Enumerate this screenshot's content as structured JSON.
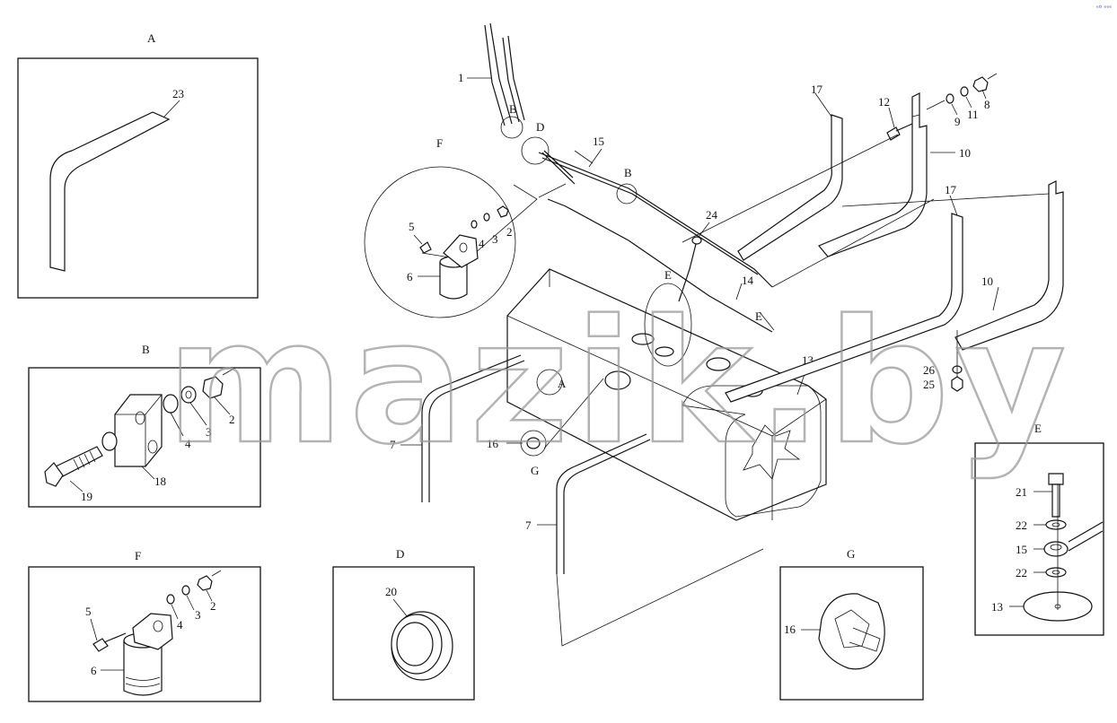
{
  "corner_mark": "ᵉᴰ ᵉᵉᵉ",
  "watermark": "mazik.by",
  "sections": {
    "A": "A",
    "B": "B",
    "D": "D",
    "E": "E",
    "F": "F",
    "G": "G"
  },
  "main_refs": {
    "B1": "B",
    "D": "D",
    "B2": "B",
    "F": "F",
    "E1": "E",
    "E2": "E",
    "A": "A",
    "G": "G"
  },
  "part_numbers": {
    "p1": "1",
    "p15": "15",
    "p24": "24",
    "p14": "14",
    "p13": "13",
    "p17a": "17",
    "p17b": "17",
    "p12": "12",
    "p10a": "10",
    "p10b": "10",
    "p9": "9",
    "p11": "11",
    "p8": "8",
    "p26": "26",
    "p25": "25",
    "p7a": "7",
    "p7b": "7",
    "p16": "16",
    "f5": "5",
    "f6": "6",
    "f4": "4",
    "f3": "3",
    "f2": "2",
    "a23": "23",
    "b2": "2",
    "b3": "3",
    "b4": "4",
    "b18": "18",
    "b19": "19",
    "ff5": "5",
    "ff6": "6",
    "ff4": "4",
    "ff3": "3",
    "ff2": "2",
    "d20": "20",
    "g16": "16",
    "e21": "21",
    "e22a": "22",
    "e15": "15",
    "e22b": "22",
    "e13": "13"
  }
}
